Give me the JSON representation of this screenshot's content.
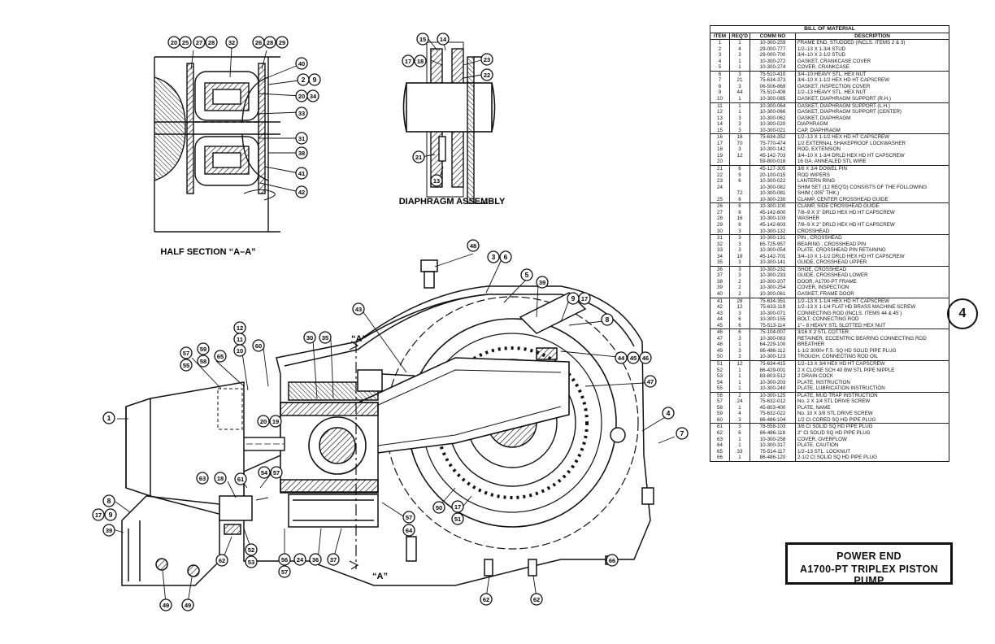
{
  "labels": {
    "half_section": "HALF SECTION “A–A”",
    "diaphragm_assembly": "DIAPHRAGM ASSEMBLY",
    "section_marker": "“A”"
  },
  "bill_of_material": {
    "title": "BILL OF MATERIAL",
    "headers": [
      "ITEM",
      "REQ'D",
      "COMM NO",
      "DESCRIPTION"
    ],
    "rows": [
      [
        "1",
        "1",
        "10-300-259",
        "FRAME END, STUDDED (INCLS. ITEMS 2 & 3)"
      ],
      [
        "2",
        "4",
        "29-000-777",
        "1/2–13 X 1-3/4 STUD"
      ],
      [
        "3",
        "3",
        "29-000-700",
        "3/4–10 X 2-1/2 STUD"
      ],
      [
        "4",
        "1",
        "10-300-272",
        "GASKET, CRANKCASE COVER"
      ],
      [
        "5",
        "1",
        "10-300-274",
        "COVER, CRANKCASE"
      ],
      [
        "6",
        "3",
        "75-510-410",
        "3/4–10 HEAVY STL. HEX NUT"
      ],
      [
        "7",
        "21",
        "75-634-373",
        "3/4–10 X 1-1/2 HEX HD HT CAPSCREW"
      ],
      [
        "8",
        "3",
        "06-506-869",
        "GASKET, INSPECTION COVER"
      ],
      [
        "9",
        "44",
        "75-510-408",
        "1/2–13 HEAVY STL. HEX NUT"
      ],
      [
        "10",
        "1",
        "10-300-085",
        "GASKET, DIAPHRAGM SUPPORT (R.H.)"
      ],
      [
        "11",
        "1",
        "10-300-064",
        "GASKET, DIAPHRAGM SUPPORT (L.H.)"
      ],
      [
        "12",
        "1",
        "10-300-066",
        "GASKET, DIAPHRAGM SUPPORT (CENTER)"
      ],
      [
        "13",
        "3",
        "10-300-062",
        "GASKET, DIAPHRAGM"
      ],
      [
        "14",
        "3",
        "10-300-020",
        "DIAPHRAGM"
      ],
      [
        "15",
        "3",
        "10-300-021",
        "CAP, DIAPHRAGM"
      ],
      [
        "16",
        "18",
        "75-634-352",
        "1/2–13 X 1-1/2 HEX HD HT CAPSCREW"
      ],
      [
        "17",
        "70",
        "75-770-474",
        "1/2 EXTERNAL SHAKEPROOF LOCKWASHER"
      ],
      [
        "18",
        "3",
        "10-300-142",
        "ROD, EXTENSION"
      ],
      [
        "19",
        "12",
        "45-142-703",
        "3/4–10 X 1-3/4 DRLD HEX HD HT CAPSCREW"
      ],
      [
        "20",
        "",
        "59-800-016",
        "16 GA. ANNEALED STL WIRE"
      ],
      [
        "21",
        "6",
        "45-127-305",
        "3/8 X 3/4 DOWEL PIN"
      ],
      [
        "22",
        "9",
        "20-100-015",
        "ROD WIPERS"
      ],
      [
        "23",
        "6",
        "10-300-022",
        "LANTERN RING"
      ],
      [
        "24",
        "",
        "10-300-082",
        "SHIM SET (12 REQ'D) CONSISTS OF THE FOLLOWING"
      ],
      [
        "",
        "72",
        "10-300-081",
        "SHIM (.005\" THK.)"
      ],
      [
        "25",
        "8",
        "10-300-230",
        "CLAMP, CENTER CROSSHEAD GUIDE"
      ],
      [
        "26",
        "8",
        "10-300-100",
        "CLAMP, SIDE CROSSHEAD GUIDE"
      ],
      [
        "27",
        "8",
        "45-142-600",
        "7/8–9 X 3\" DRLD HEX HD HT CAPSCREW"
      ],
      [
        "28",
        "16",
        "10-300-103",
        "WASHER"
      ],
      [
        "29",
        "8",
        "45-142-603",
        "7/8–9 X 2\" DRLD HEX HD HT CAPSCREW"
      ],
      [
        "30",
        "3",
        "10-300-132",
        "CROSSHEAD"
      ],
      [
        "31",
        "3",
        "10-300-131",
        "PIN , CROSSHEAD"
      ],
      [
        "32",
        "3",
        "65-725-957",
        "BEARING , CROSSHEAD PIN"
      ],
      [
        "33",
        "3",
        "10-300-054",
        "PLATE, CROSSHEAD PIN RETAINING"
      ],
      [
        "34",
        "18",
        "45-142-701",
        "3/4–10 X 1-1/2 DRLD HEX HD HT CAPSCREW"
      ],
      [
        "35",
        "3",
        "10-300-141",
        "GUIDE, CROSSHEAD UPPER"
      ],
      [
        "36",
        "3",
        "10-300-232",
        "SHOE, CROSSHEAD"
      ],
      [
        "37",
        "3",
        "10-300-233",
        "GUIDE, CROSSHEAD LOWER"
      ],
      [
        "38",
        "2",
        "10-300-207",
        "DOOR,  A1700-PT FRAME"
      ],
      [
        "39",
        "2",
        "10-300-254",
        "COVER, INSPECTION"
      ],
      [
        "40",
        "2",
        "10-300-061",
        "GASKET, FRAME DOOR"
      ],
      [
        "41",
        "28",
        "75-634-351",
        "1/2–13 X 1-1/4 HEX HD HT CAPSCREW"
      ],
      [
        "42",
        "12",
        "75-633-119",
        "1/2–13 X 1-1/4 FLAT HD BRASS MACHINE SCREW"
      ],
      [
        "43",
        "3",
        "10-300-071",
        "CONNECTING ROD (INCLS. ITEMS  44 & 45 )"
      ],
      [
        "44",
        "6",
        "10-300-155",
        "BOLT, CONNECTING ROD"
      ],
      [
        "45",
        "6",
        "75-513-114",
        "1\"– 8 HEAVY STL SLOTTED HEX NUT"
      ],
      [
        "46",
        "6",
        "75-104-007",
        "3/16 X 2 STL COTTER"
      ],
      [
        "47",
        "3",
        "10-300-083",
        "RETAINER, ECCENTRIC BEARING CONNECTING ROD"
      ],
      [
        "48",
        "1",
        "64-229-100",
        "BREATHER"
      ],
      [
        "49",
        "3",
        "86-486-112",
        "1-1/2 3000# F.S. SQ HD SOLID PIPE PLUG"
      ],
      [
        "50",
        "3",
        "10-300-123",
        "TROUGH, CONNECTING ROD OIL"
      ],
      [
        "51",
        "12",
        "75-634-415",
        "1/2–13 X 3/4 HEX HD HT CAPSCREW"
      ],
      [
        "52",
        "1",
        "86-429-001",
        "2 X CLOSE SCH 40 BW STL PIPE NIPPLE"
      ],
      [
        "53",
        "1",
        "83-803-512",
        "2 DRAIN COCK"
      ],
      [
        "54",
        "1",
        "10-300-203",
        "PLATE, INSTRUCTION"
      ],
      [
        "55",
        "1",
        "10-300-240",
        "PLATE, LUBRICATION INSTRUCTION"
      ],
      [
        "56",
        "2",
        "10-300-125",
        "PLATE, MUD TRAP INSTRUCTION"
      ],
      [
        "57",
        "24",
        "75-632-012",
        "No.  2 X 1/4 STL DRIVE SCREW"
      ],
      [
        "58",
        "1",
        "45-803-400",
        "PLATE,  NAME"
      ],
      [
        "59",
        "4",
        "75-632-022",
        "No.  10 X 3/8 STL DRIVE SCREW"
      ],
      [
        "60",
        "3",
        "86-486-104",
        "1/2 CI CORED SQ  HD  PIPE PLUG"
      ],
      [
        "61",
        "3",
        "78-558-103",
        "3/8 CI SOLID SQ HD PIPE PLUG"
      ],
      [
        "62",
        "6",
        "86-486-118",
        "2\" CI SOLID SQ HD PIPE PLUG"
      ],
      [
        "63",
        "1",
        "10-300-258",
        "COVER, OVERFLOW"
      ],
      [
        "64",
        "1",
        "10-300-317",
        "PLATE, CAUTION"
      ],
      [
        "65",
        "33",
        "75-514-117",
        "1/2–13 STL. LOCKNUT"
      ],
      [
        "66",
        "1",
        "86-486-120",
        "2-1/2 CI SOLID SQ HD PIPE PLUG"
      ]
    ]
  },
  "title_block": {
    "line1": "POWER END",
    "line2": "A1700-PT TRIPLEX PISTON PUMP"
  },
  "sheet_number": "4",
  "callouts": {
    "half_section": [
      {
        "id": "hs-20",
        "text": "20"
      },
      {
        "id": "hs-25",
        "text": "25"
      },
      {
        "id": "hs-27",
        "text": "27"
      },
      {
        "id": "hs-28",
        "text": "28"
      },
      {
        "id": "hs-32",
        "text": "32"
      },
      {
        "id": "hs-26",
        "text": "26"
      },
      {
        "id": "hs-28b",
        "text": "28"
      },
      {
        "id": "hs-29",
        "text": "29"
      },
      {
        "id": "hs-40",
        "text": "40"
      },
      {
        "id": "hs-2",
        "text": "2"
      },
      {
        "id": "hs-9",
        "text": "9"
      },
      {
        "id": "hs-20b",
        "text": "20"
      },
      {
        "id": "hs-34",
        "text": "34"
      },
      {
        "id": "hs-33",
        "text": "33"
      },
      {
        "id": "hs-31",
        "text": "31"
      },
      {
        "id": "hs-38",
        "text": "38"
      },
      {
        "id": "hs-41",
        "text": "41"
      },
      {
        "id": "hs-42",
        "text": "42"
      }
    ],
    "diaphragm": [
      {
        "id": "da-15",
        "text": "15"
      },
      {
        "id": "da-14",
        "text": "14"
      },
      {
        "id": "da-17",
        "text": "17"
      },
      {
        "id": "da-18",
        "text": "18"
      },
      {
        "id": "da-23",
        "text": "23"
      },
      {
        "id": "da-22",
        "text": "22"
      },
      {
        "id": "da-21",
        "text": "21"
      },
      {
        "id": "da-13",
        "text": "13"
      }
    ],
    "main": [
      {
        "id": "m-48",
        "text": "48"
      },
      {
        "id": "m-3",
        "text": "3"
      },
      {
        "id": "m-6",
        "text": "6"
      },
      {
        "id": "m-5",
        "text": "5"
      },
      {
        "id": "m-39",
        "text": "39"
      },
      {
        "id": "m-9",
        "text": "9"
      },
      {
        "id": "m-17",
        "text": "17"
      },
      {
        "id": "m-8",
        "text": "8"
      },
      {
        "id": "m-43",
        "text": "43"
      },
      {
        "id": "m-12",
        "text": "12"
      },
      {
        "id": "m-11",
        "text": "11"
      },
      {
        "id": "m-10",
        "text": "10"
      },
      {
        "id": "m-60",
        "text": "60"
      },
      {
        "id": "m-30",
        "text": "30"
      },
      {
        "id": "m-35",
        "text": "35"
      },
      {
        "id": "m-59",
        "text": "59"
      },
      {
        "id": "m-58",
        "text": "58"
      },
      {
        "id": "m-65",
        "text": "65"
      },
      {
        "id": "m-57",
        "text": "57"
      },
      {
        "id": "m-55",
        "text": "55"
      },
      {
        "id": "m-44",
        "text": "44"
      },
      {
        "id": "m-45",
        "text": "45"
      },
      {
        "id": "m-46",
        "text": "46"
      },
      {
        "id": "m-47",
        "text": "47"
      },
      {
        "id": "m-1",
        "text": "1"
      },
      {
        "id": "m-20",
        "text": "20"
      },
      {
        "id": "m-19",
        "text": "19"
      },
      {
        "id": "m-4",
        "text": "4"
      },
      {
        "id": "m-7",
        "text": "7"
      },
      {
        "id": "m-63",
        "text": "63"
      },
      {
        "id": "m-18",
        "text": "18"
      },
      {
        "id": "m-61",
        "text": "61"
      },
      {
        "id": "m-54",
        "text": "54"
      },
      {
        "id": "m-57b",
        "text": "57"
      },
      {
        "id": "m-50",
        "text": "50"
      },
      {
        "id": "m-17b",
        "text": "17"
      },
      {
        "id": "m-51",
        "text": "51"
      },
      {
        "id": "m-57c",
        "text": "57"
      },
      {
        "id": "m-64",
        "text": "64"
      },
      {
        "id": "m-8b",
        "text": "8"
      },
      {
        "id": "m-17c",
        "text": "17"
      },
      {
        "id": "m-9b",
        "text": "9"
      },
      {
        "id": "m-39b",
        "text": "39"
      },
      {
        "id": "m-62",
        "text": "62"
      },
      {
        "id": "m-52",
        "text": "52"
      },
      {
        "id": "m-53",
        "text": "53"
      },
      {
        "id": "m-56",
        "text": "56"
      },
      {
        "id": "m-24",
        "text": "24"
      },
      {
        "id": "m-36",
        "text": "36"
      },
      {
        "id": "m-37",
        "text": "37"
      },
      {
        "id": "m-57d",
        "text": "57"
      },
      {
        "id": "m-66",
        "text": "66"
      },
      {
        "id": "m-49",
        "text": "49"
      },
      {
        "id": "m-49b",
        "text": "49"
      },
      {
        "id": "m-62b",
        "text": "62"
      },
      {
        "id": "m-62c",
        "text": "62"
      }
    ]
  }
}
